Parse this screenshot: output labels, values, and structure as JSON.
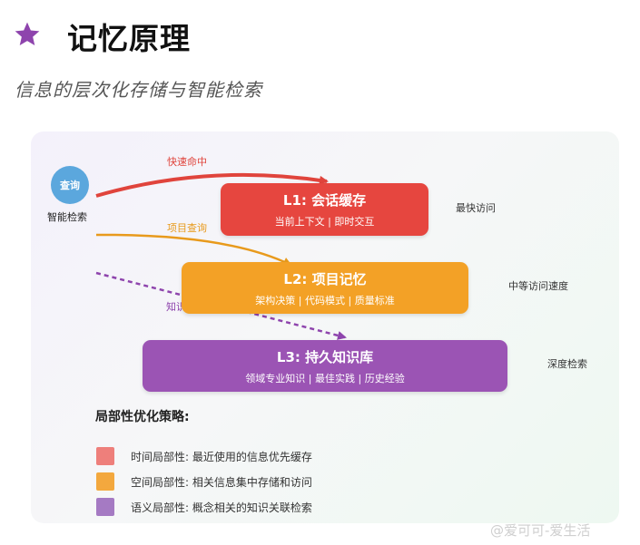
{
  "header": {
    "icon": "star-icon",
    "icon_color": "#8e44ad",
    "title": "记忆原理",
    "subtitle": "信息的层次化存储与智能检索"
  },
  "query": {
    "node": "查询",
    "label": "智能检索"
  },
  "arrows": {
    "fast_hit": "快速命中",
    "project_query": "项目查询",
    "knowledge_mining": "知识挖掘"
  },
  "levels": [
    {
      "title": "L1: 会话缓存",
      "desc": "当前上下文 | 即时交互",
      "speed": "最快访问",
      "color": "#e6463f"
    },
    {
      "title": "L2: 项目记忆",
      "desc": "架构决策 | 代码模式 | 质量标准",
      "speed": "中等访问速度",
      "color": "#f3a126"
    },
    {
      "title": "L3: 持久知识库",
      "desc": "领域专业知识 | 最佳实践 | 历史经验",
      "speed": "深度检索",
      "color": "#9b54b4"
    }
  ],
  "strategy": {
    "title": "局部性优化策略:",
    "items": [
      {
        "text": "时间局部性:  最近使用的信息优先缓存",
        "color": "#ee7f7b"
      },
      {
        "text": "空间局部性:  相关信息集中存储和访问",
        "color": "#f3a83e"
      },
      {
        "text": "语义局部性:  概念相关的知识关联检索",
        "color": "#a57ac3"
      }
    ]
  },
  "watermark": "@爱可可-爱生活"
}
